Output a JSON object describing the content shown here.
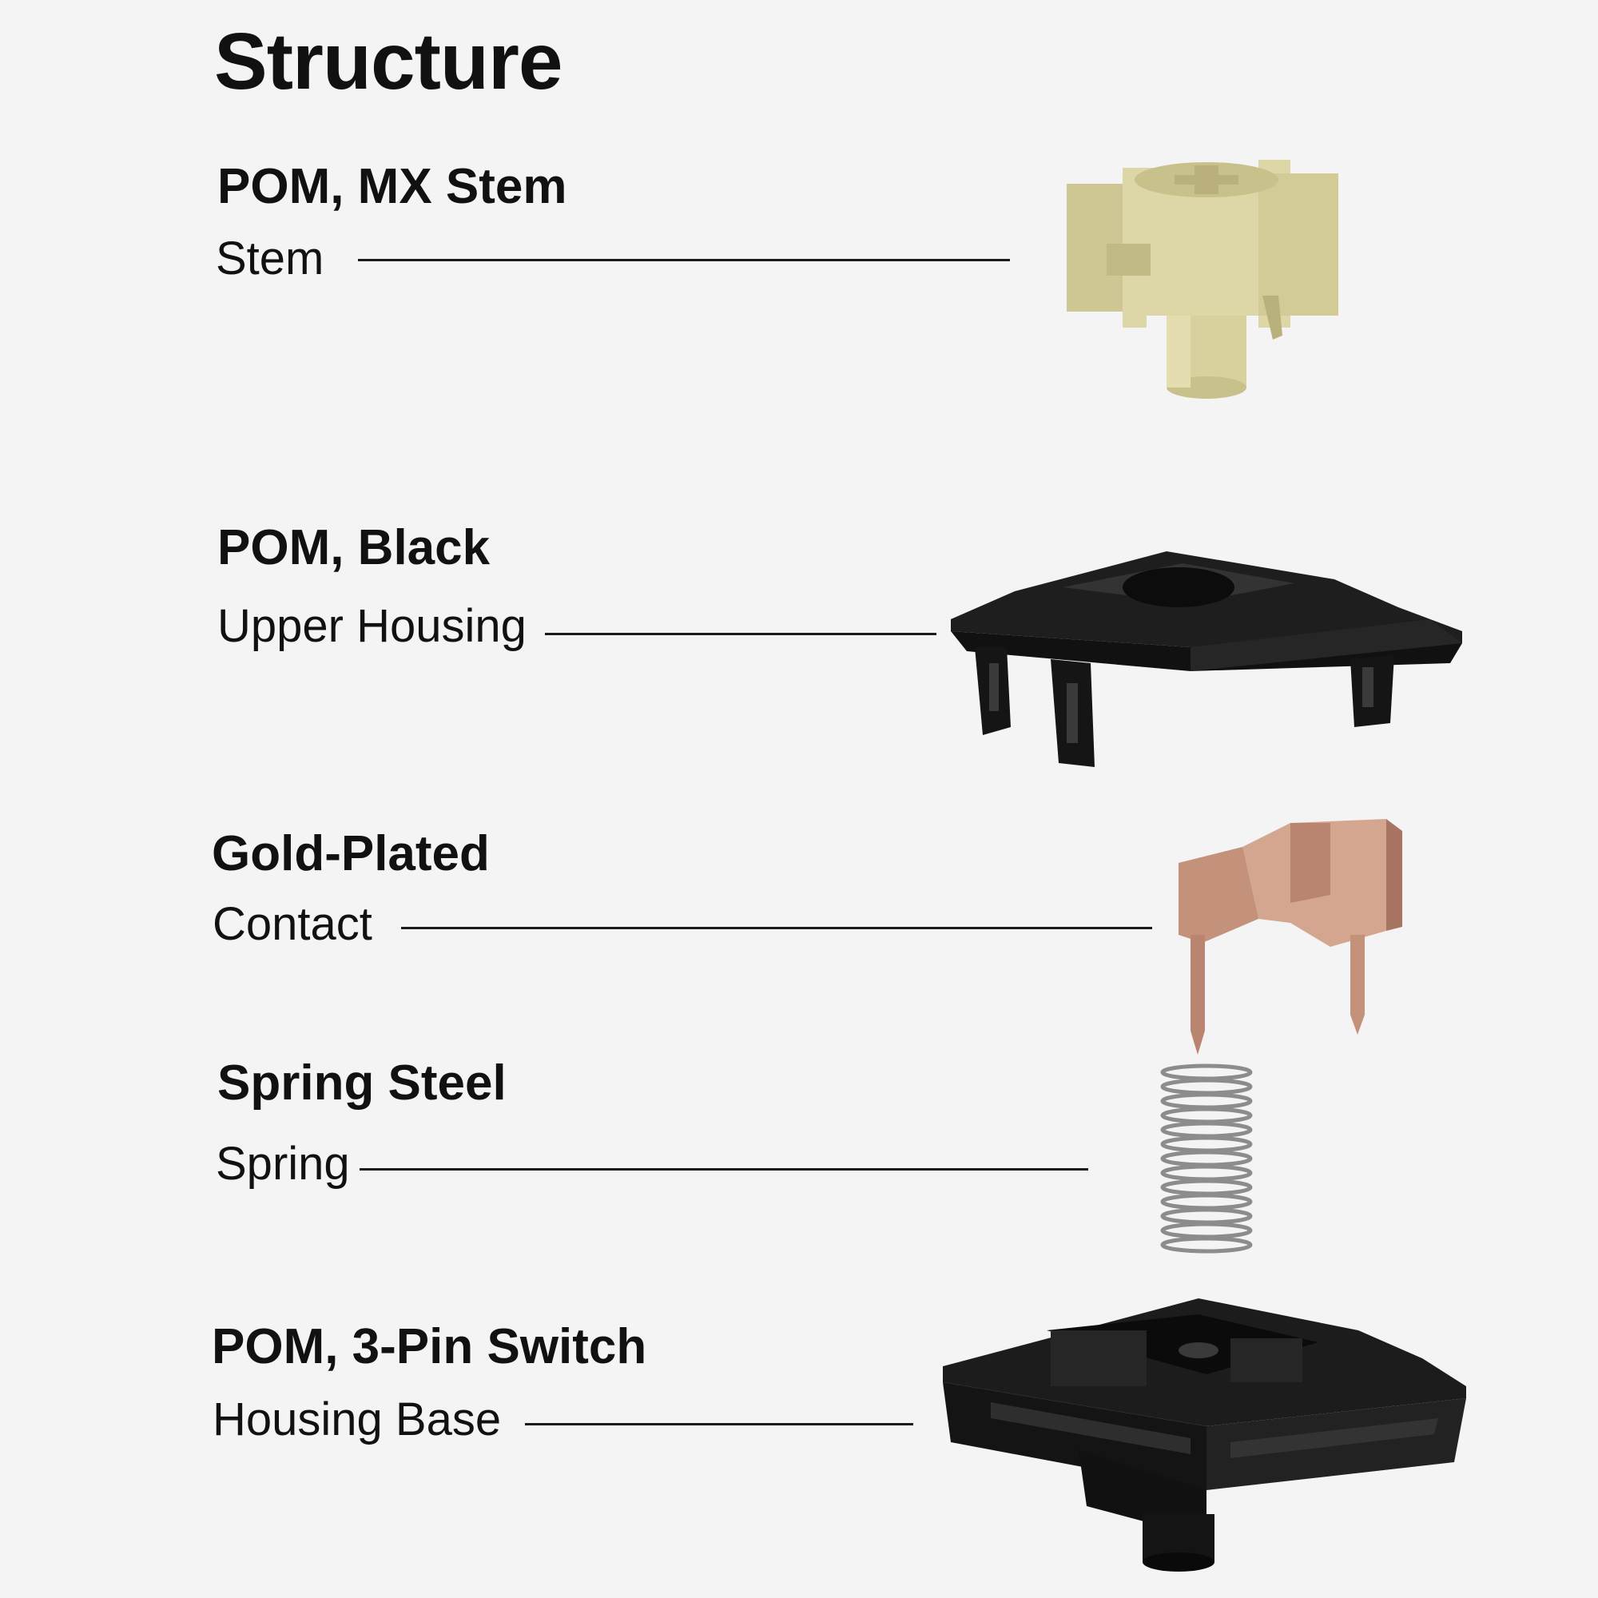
{
  "title": "Structure",
  "components": [
    {
      "material": "POM, MX Stem",
      "part": "Stem",
      "icon": "stem-icon",
      "color": "#d9d2a0"
    },
    {
      "material": "POM, Black",
      "part": "Upper Housing",
      "icon": "upper-housing-icon",
      "color": "#141414"
    },
    {
      "material": "Gold-Plated",
      "part": "Contact",
      "icon": "contact-icon",
      "color": "#c9987f"
    },
    {
      "material": "Spring Steel",
      "part": "Spring",
      "icon": "spring-icon",
      "color": "#9a9a9a"
    },
    {
      "material": "POM, 3-Pin Switch",
      "part": "Housing Base",
      "icon": "housing-base-icon",
      "color": "#141414"
    }
  ]
}
